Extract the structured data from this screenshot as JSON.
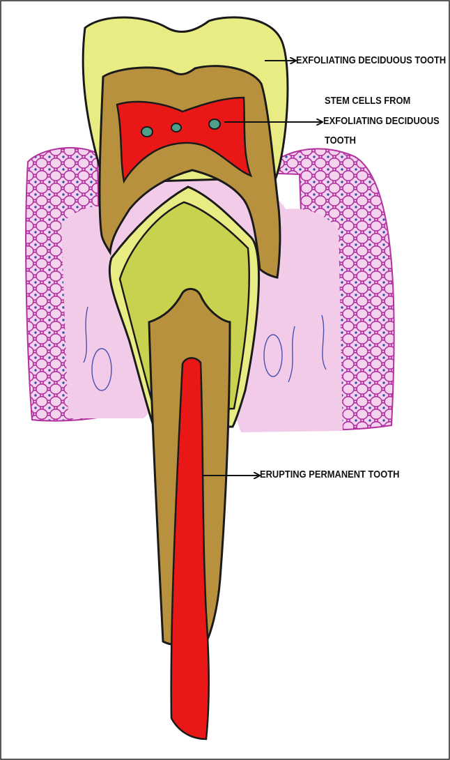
{
  "labels": {
    "exfoliating_tooth": "EXFOLIATING DECIDUOUS TOOTH",
    "stem_cells": [
      "STEM CELLS FROM",
      "EXFOLIATING DECIDUOUS",
      "TOOTH"
    ],
    "erupting_tooth": "ERUPTING PERMANENT TOOTH"
  },
  "colors": {
    "gum_tissue": "#b3329f",
    "gum_fill": "#e9b8e4",
    "cell_nucleus": "#3c4db0",
    "bone_pink": "#f2cbe9",
    "enamel": "#e8ec82",
    "dentin": "#b8913f",
    "pulp": "#ea1717",
    "stem_cell": "#4f9f8a",
    "crown_green": "#c9d24e",
    "outline": "#1a1a1a"
  },
  "icons": {
    "arrow": "arrow-icon"
  }
}
